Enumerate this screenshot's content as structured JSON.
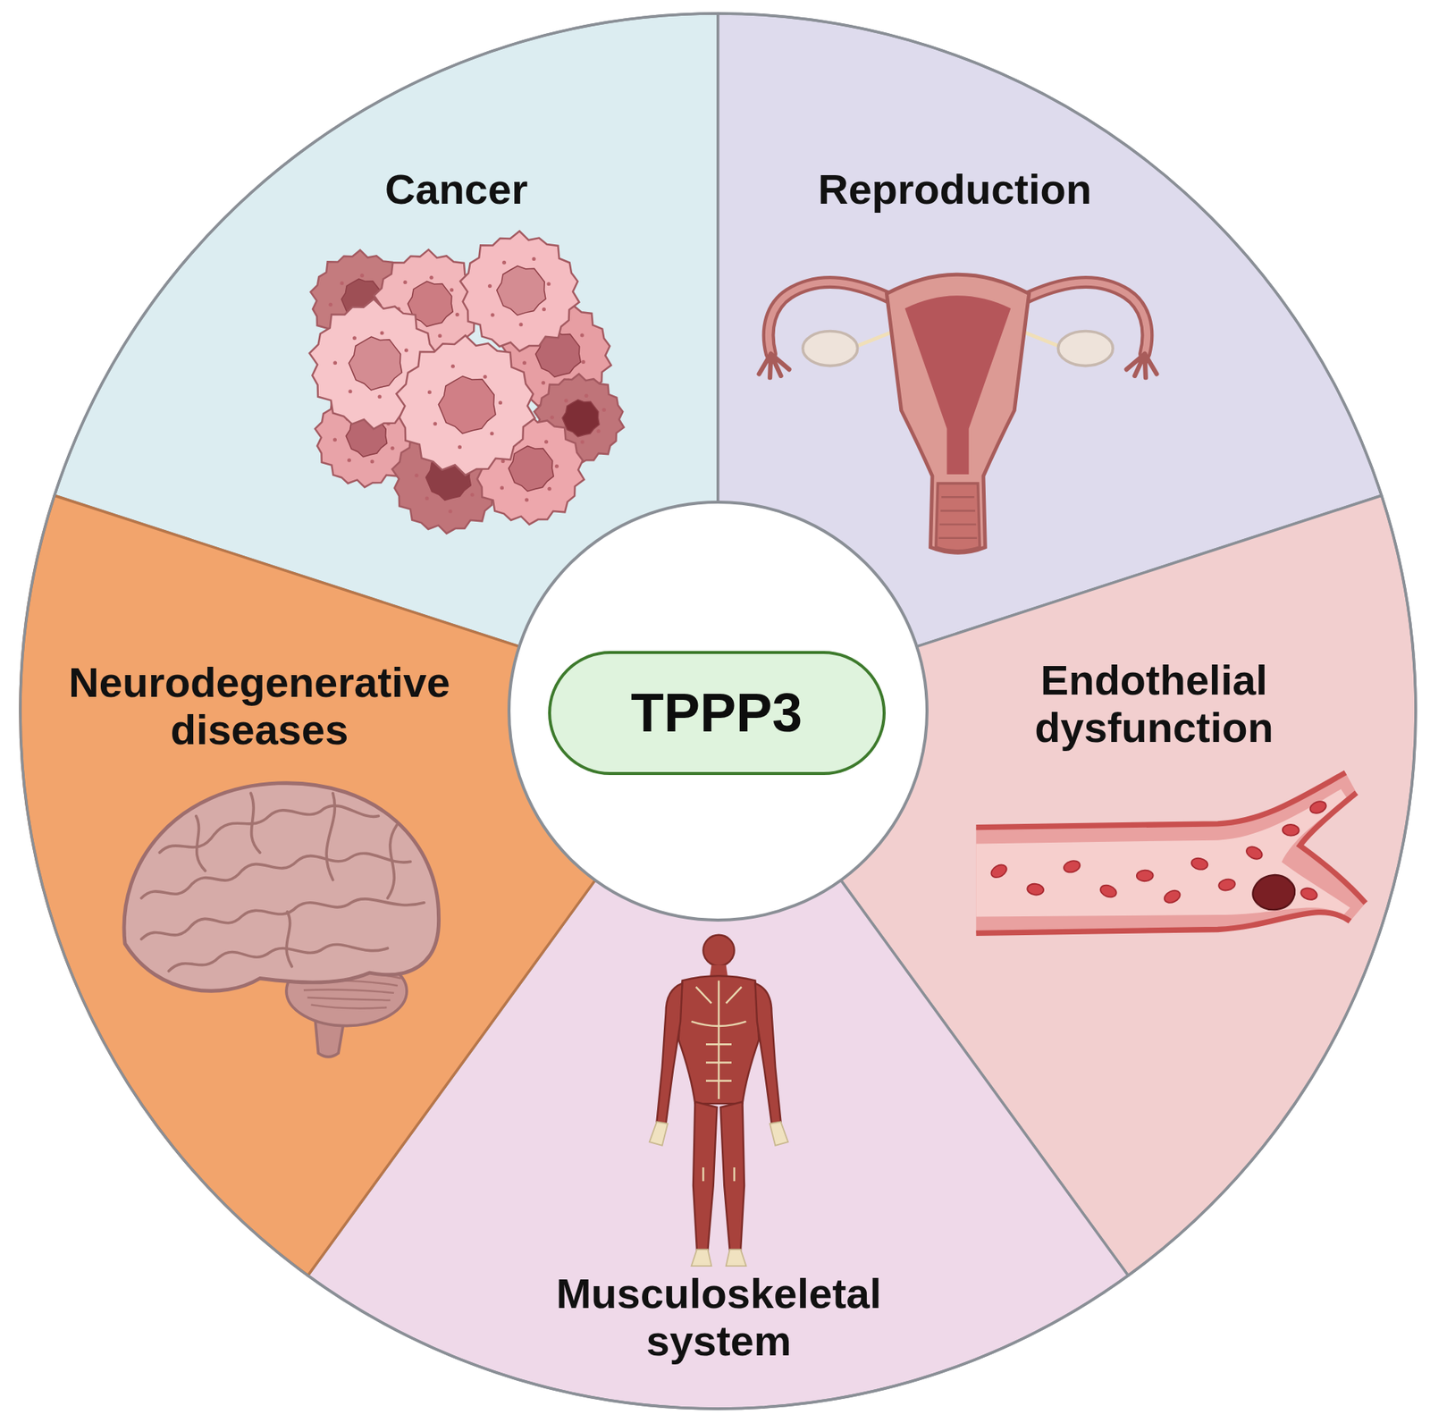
{
  "diagram": {
    "nodes": [
      {
        "text": [
          "Cancer"
        ]
      },
      {
        "text": [
          "Reproduction"
        ]
      },
      {
        "text": [
          "Neurodegenerative diseases"
        ]
      },
      {
        "text": [
          "TPPP3"
        ]
      },
      {
        "text": [
          "Endothelial dysfunction"
        ]
      },
      {
        "text": [
          "Musculoskeletal system"
        ]
      }
    ]
  }
}
